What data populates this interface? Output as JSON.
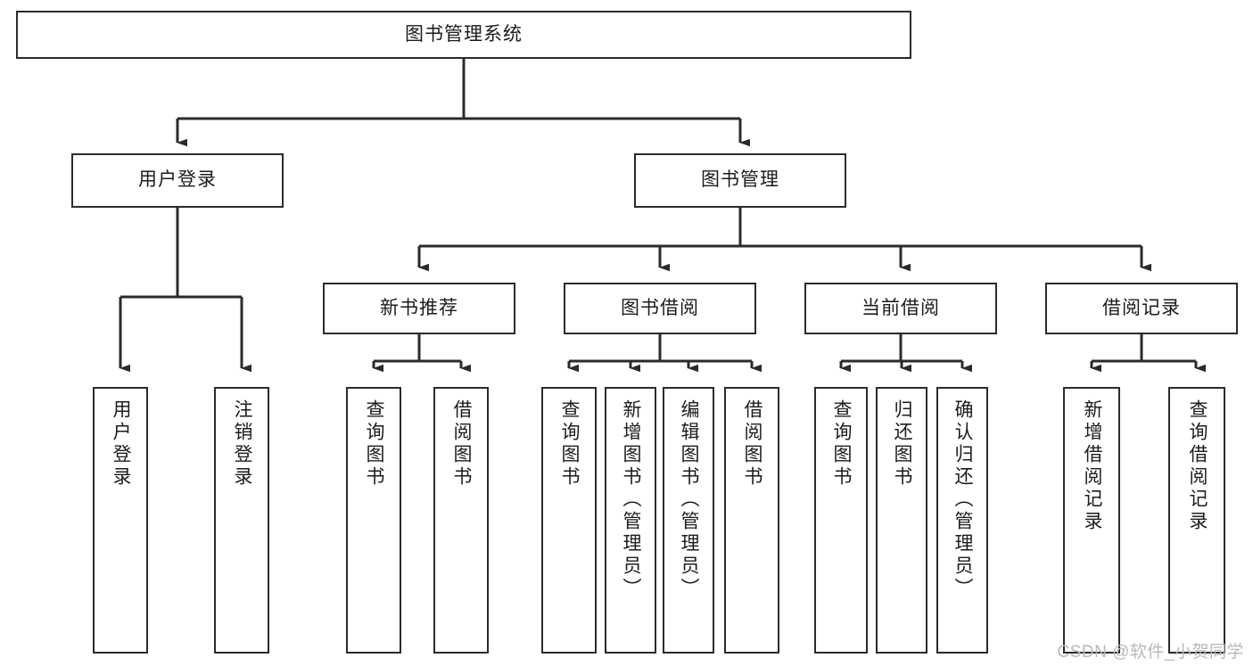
{
  "diagram": {
    "title": "图书管理系统",
    "type": "hierarchical-tree",
    "watermark": "CSDN @软件_小贺同学",
    "colors": {
      "box_border": "#2b2b2b",
      "box_fill": "#ffffff",
      "connector": "#2b2b2b",
      "text": "#1c1c1c",
      "watermark": "#b9b9b9",
      "background": "#ffffff"
    },
    "root": {
      "label": "图书管理系统"
    },
    "level2": [
      {
        "label": "用户登录"
      },
      {
        "label": "图书管理"
      }
    ],
    "level3": [
      {
        "label": "新书推荐"
      },
      {
        "label": "图书借阅"
      },
      {
        "label": "当前借阅"
      },
      {
        "label": "借阅记录"
      }
    ],
    "leaves": {
      "user_login": [
        {
          "label": "用户登录"
        },
        {
          "label": "注销登录"
        }
      ],
      "new_book_recommend": [
        {
          "label": "查询图书"
        },
        {
          "label": "借阅图书"
        }
      ],
      "book_borrow": [
        {
          "label": "查询图书"
        },
        {
          "label": "新增图书（管理员）"
        },
        {
          "label": "编辑图书（管理员）"
        },
        {
          "label": "借阅图书"
        }
      ],
      "current_borrow": [
        {
          "label": "查询图书"
        },
        {
          "label": "归还图书"
        },
        {
          "label": "确认归还（管理员）"
        }
      ],
      "borrow_record": [
        {
          "label": "新增借阅记录"
        },
        {
          "label": "查询借阅记录"
        }
      ]
    }
  }
}
